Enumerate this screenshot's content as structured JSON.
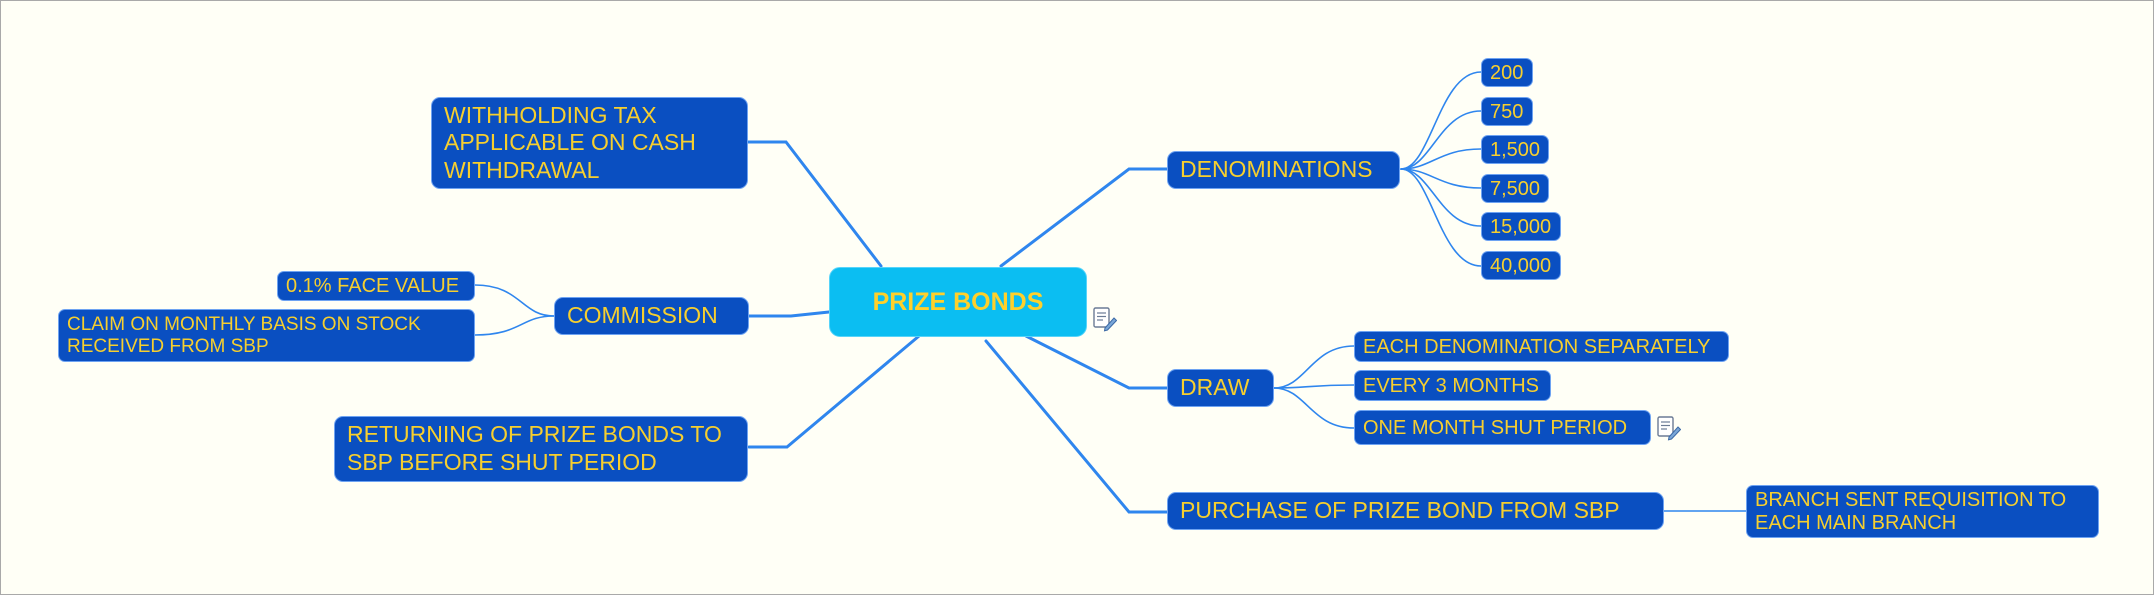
{
  "center": {
    "label": "PRIZE BONDS"
  },
  "branches": {
    "withholding": {
      "label": "WITHHOLDING TAX APPLICABLE ON CASH WITHDRAWAL"
    },
    "commission": {
      "label": "COMMISSION",
      "children": [
        "0.1% FACE VALUE",
        "CLAIM ON MONTHLY BASIS ON STOCK RECEIVED FROM SBP"
      ]
    },
    "returning": {
      "label": "RETURNING OF PRIZE BONDS TO SBP BEFORE SHUT PERIOD"
    },
    "denominations": {
      "label": "DENOMINATIONS",
      "children": [
        "200",
        "750",
        "1,500",
        "7,500",
        "15,000",
        "40,000"
      ]
    },
    "draw": {
      "label": "DRAW",
      "children": [
        "EACH DENOMINATION SEPARATELY",
        "EVERY 3 MONTHS",
        "ONE MONTH SHUT PERIOD"
      ]
    },
    "purchase": {
      "label": "PURCHASE OF PRIZE BOND FROM SBP",
      "children": [
        "BRANCH SENT REQUISITION TO EACH MAIN BRANCH"
      ]
    }
  },
  "icons": {
    "note": "note-pencil-icon"
  },
  "colors": {
    "background": "#fffff6",
    "node_fill": "#0a4fc1",
    "node_text": "#f7cf2e",
    "center_fill": "#0bbef2",
    "line": "#2f86ee"
  }
}
